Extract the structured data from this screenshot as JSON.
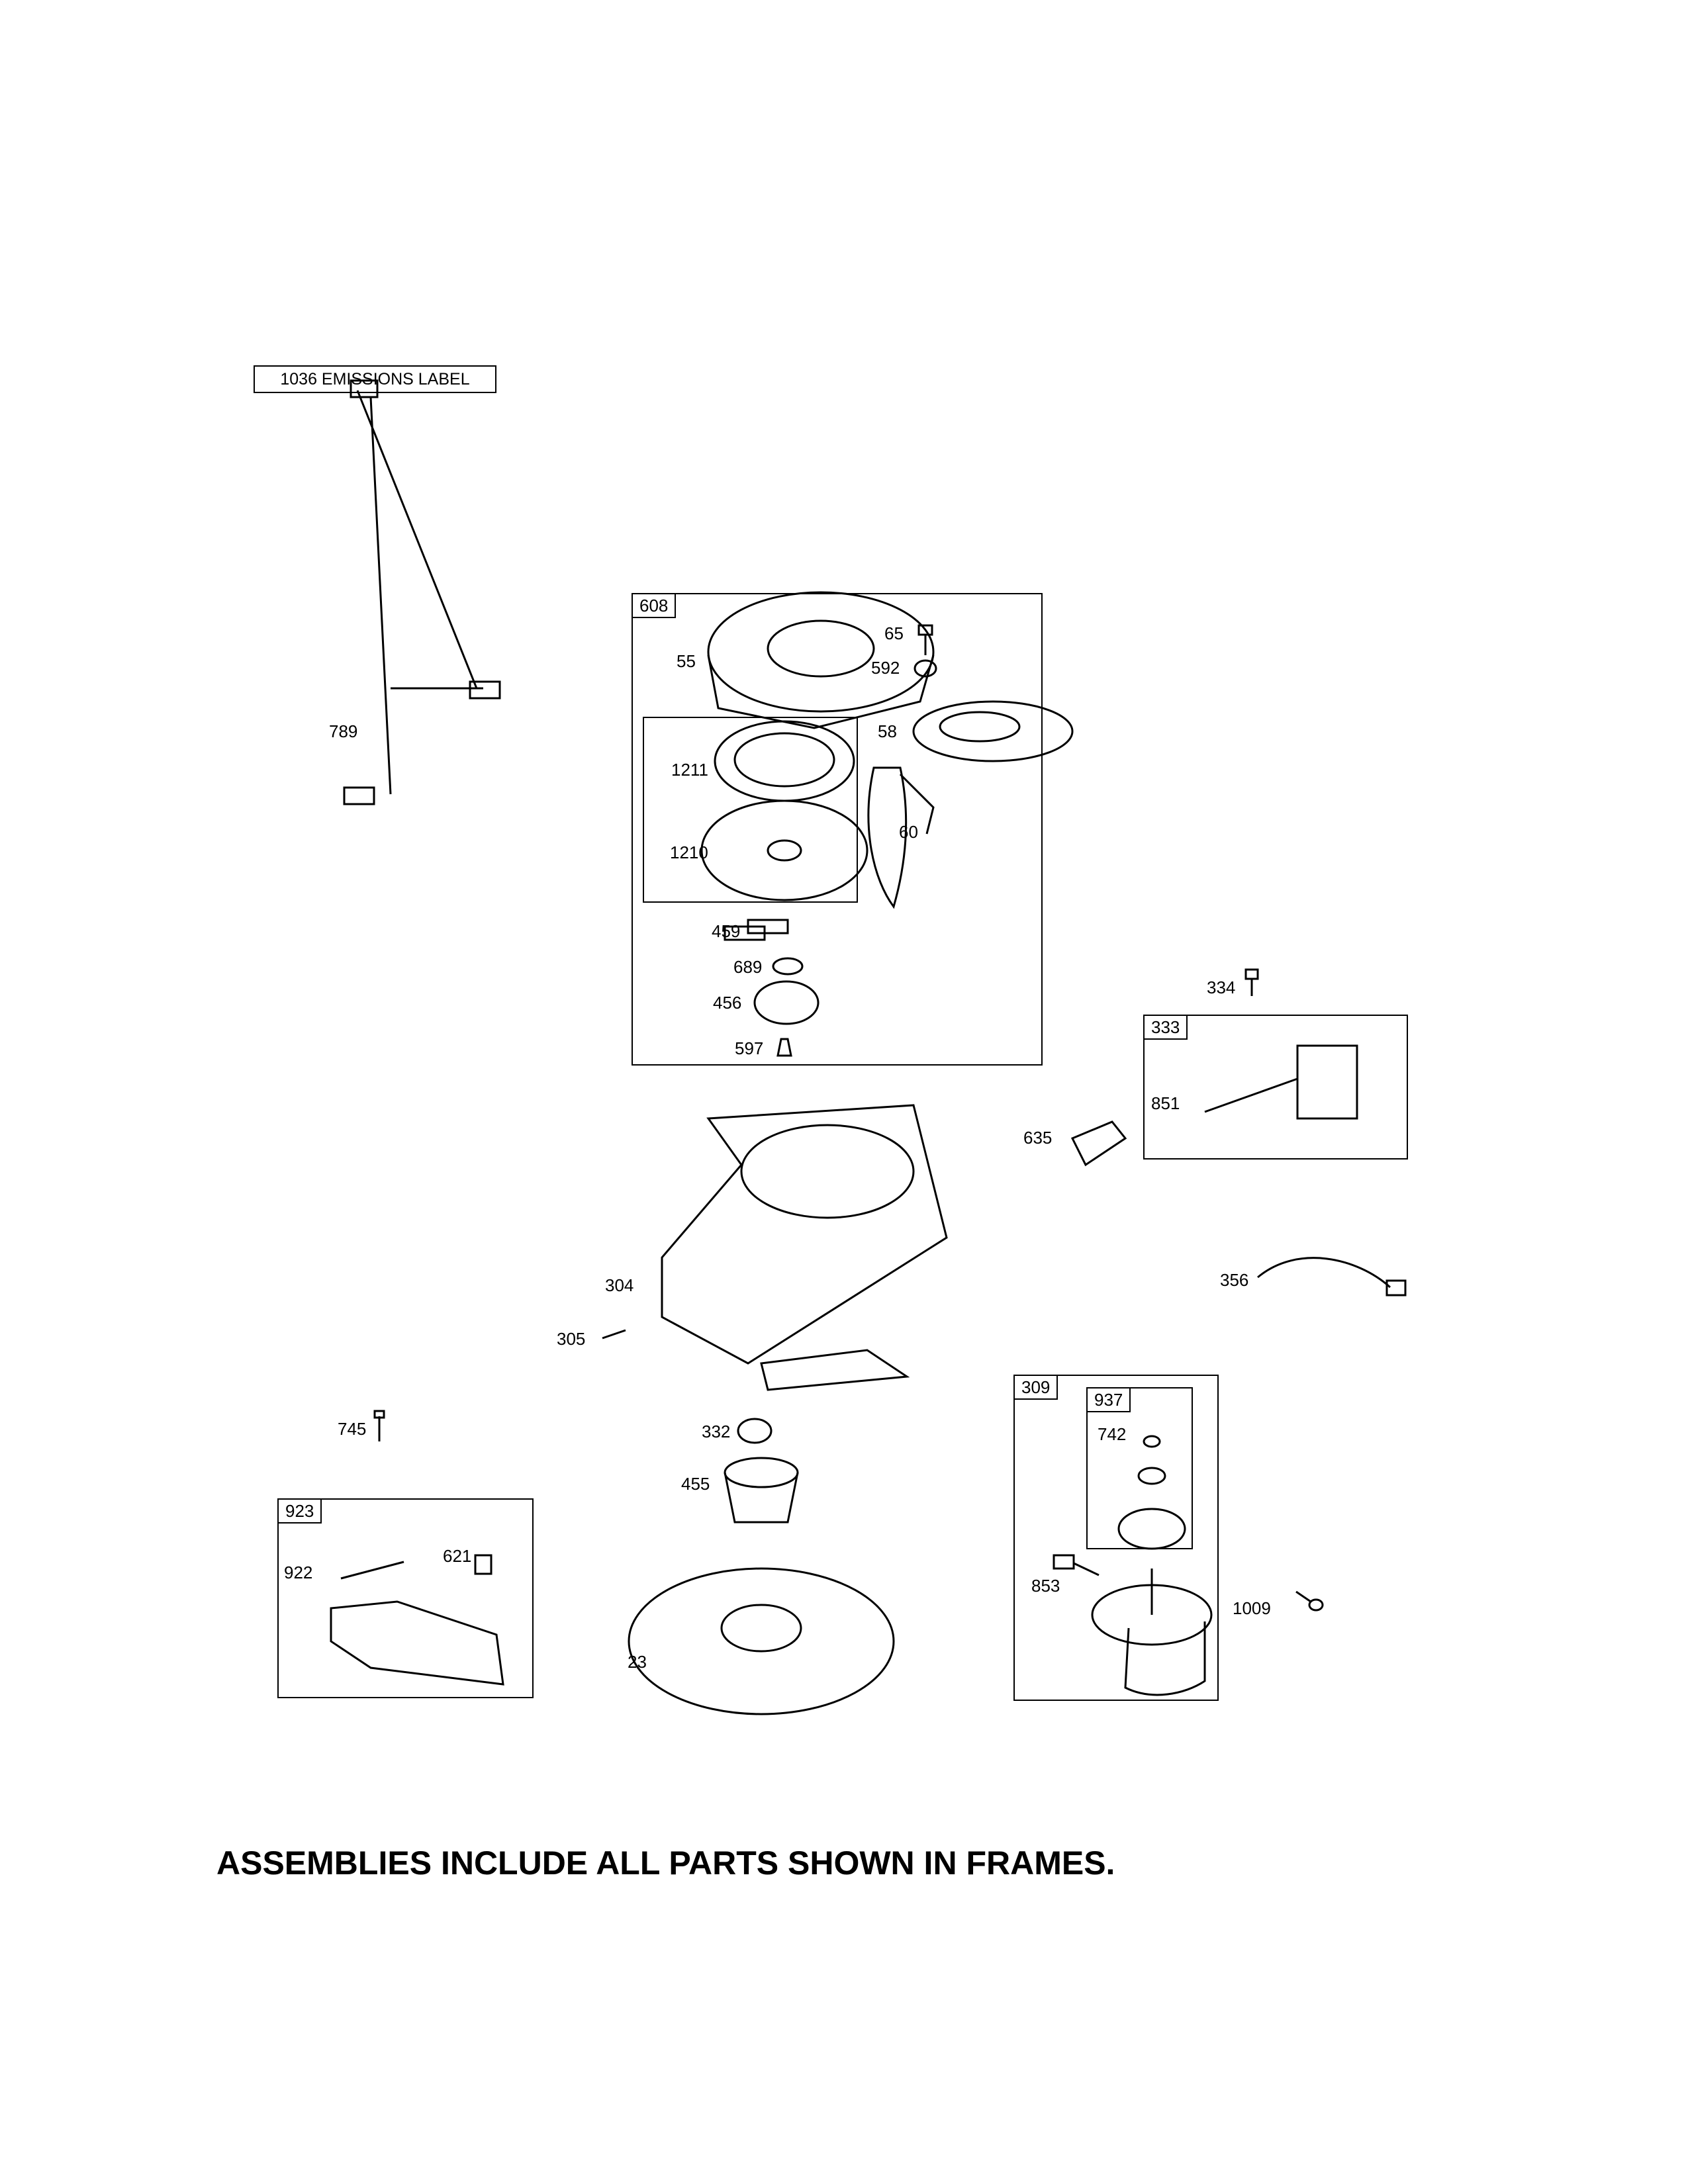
{
  "emissions_label": "1036 EMISSIONS LABEL",
  "footer": "ASSEMBLIES INCLUDE ALL PARTS SHOWN IN FRAMES.",
  "frames": {
    "f608": "608",
    "f333": "333",
    "f309": "309",
    "f937": "937",
    "f923": "923"
  },
  "parts": {
    "p789": "789",
    "p55": "55",
    "p65": "65",
    "p592": "592",
    "p58": "58",
    "p1211": "1211",
    "p1210": "1210",
    "p60": "60",
    "p459": "459",
    "p689": "689",
    "p456": "456",
    "p597": "597",
    "p334": "334",
    "p851": "851",
    "p635": "635",
    "p356": "356",
    "p304": "304",
    "p305": "305",
    "p745": "745",
    "p332": "332",
    "p455": "455",
    "p922": "922",
    "p621": "621",
    "p23": "23",
    "p742": "742",
    "p853": "853",
    "p1009": "1009"
  }
}
